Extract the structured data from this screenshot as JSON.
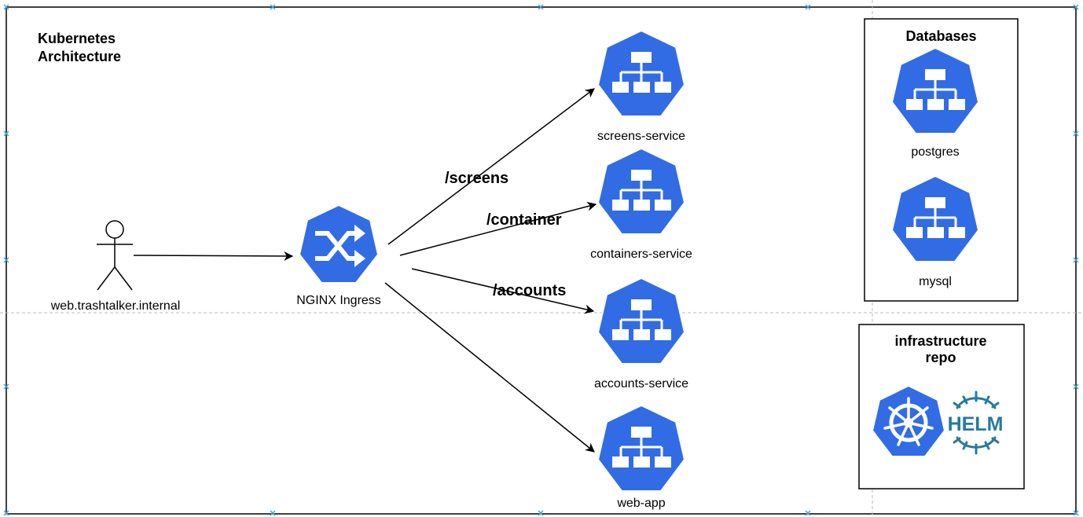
{
  "title_line1": "Kubernetes",
  "title_line2": "Architecture",
  "user_label": "web.trashtalker.internal",
  "ingress_label": "NGINX Ingress",
  "routes": {
    "screens": "/screens",
    "container": "/container",
    "accounts": "/accounts"
  },
  "services": {
    "screens": "screens-service",
    "containers": "containers-service",
    "accounts": "accounts-service",
    "webapp": "web-app"
  },
  "databases": {
    "title": "Databases",
    "postgres": "postgres",
    "mysql": "mysql"
  },
  "infra": {
    "title_line1": "infrastructure",
    "title_line2": "repo",
    "helm_text": "HELM"
  },
  "colors": {
    "k8s_blue": "#326ce5",
    "helm_teal": "#277a9f",
    "guide_blue": "#3da6e0"
  }
}
